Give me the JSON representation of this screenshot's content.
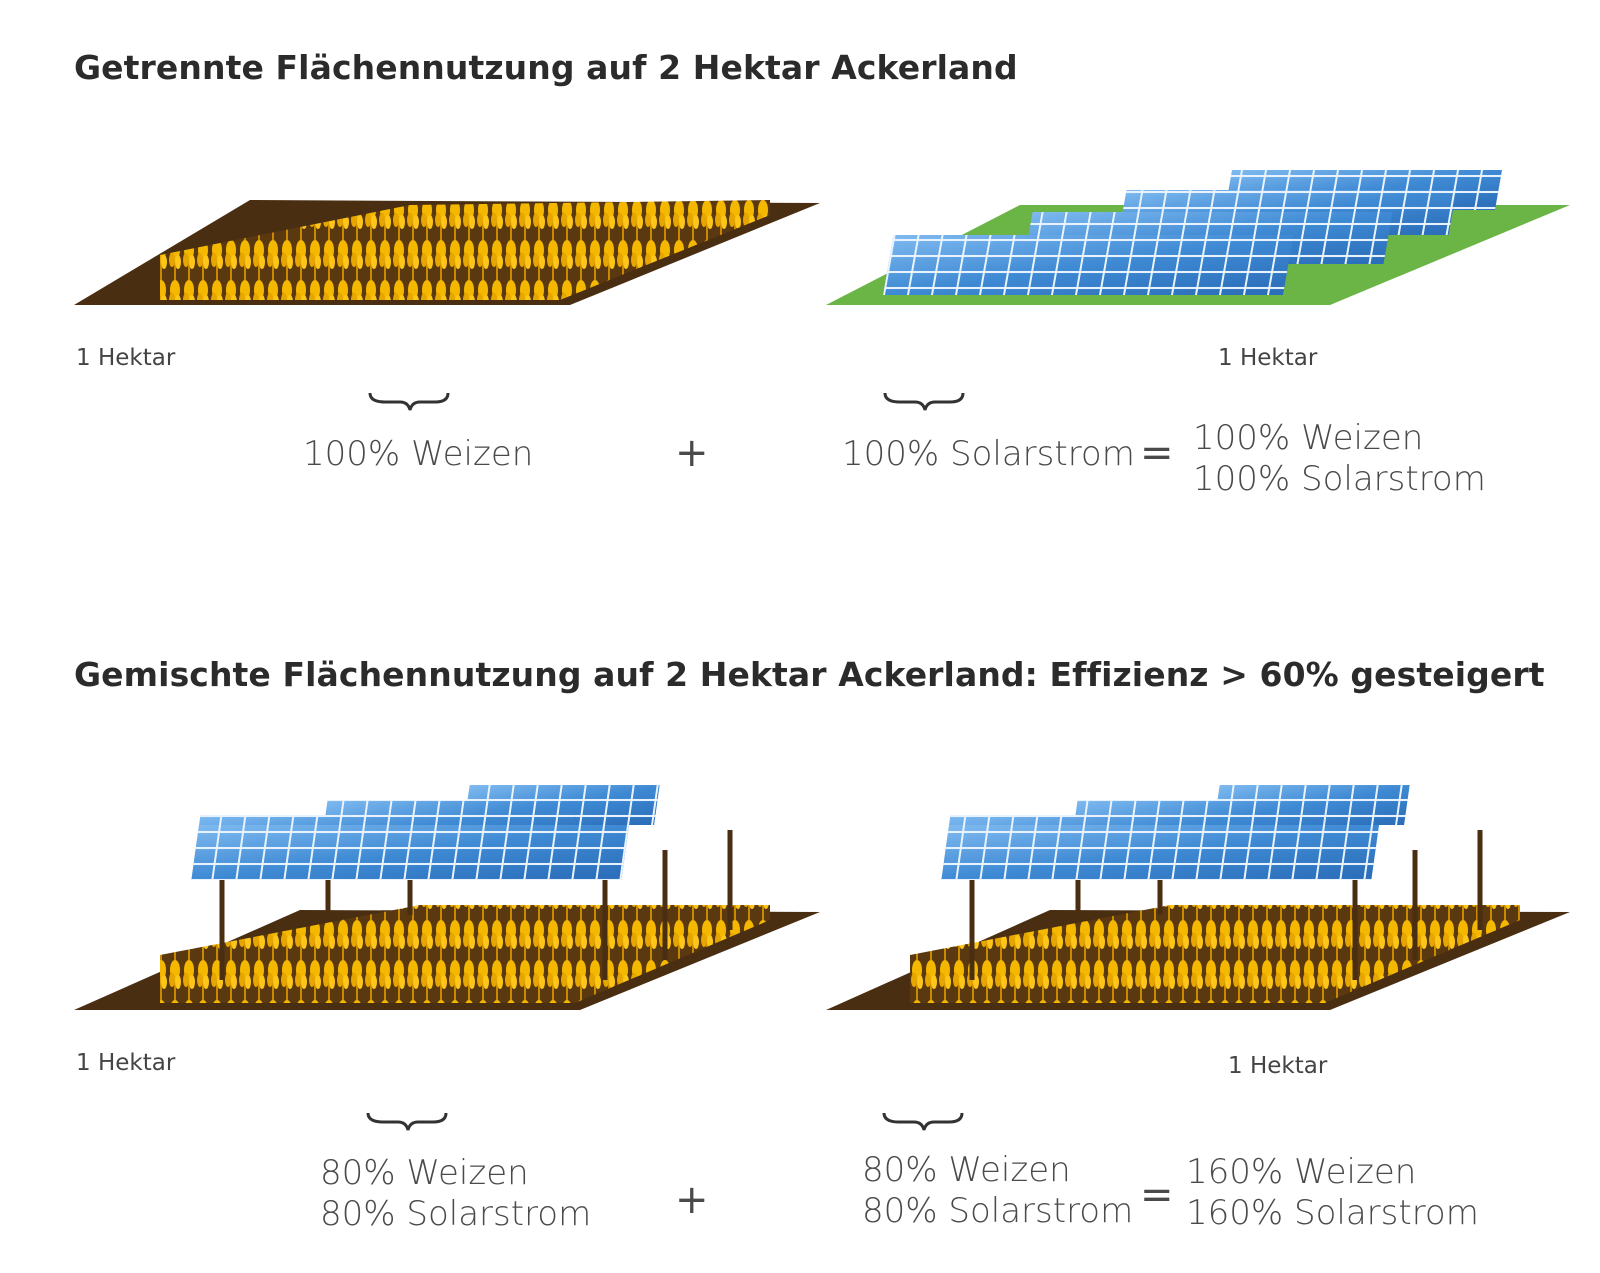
{
  "section1": {
    "title": "Getrennte Flächennutzung auf 2 Hektar Ackerland",
    "left_label": "1 Hektar",
    "right_label": "1 Hektar",
    "left_value": "100% Weizen",
    "plus": "+",
    "right_value": "100% Solarstrom",
    "equals": "=",
    "result_line1": "100% Weizen",
    "result_line2": "100% Solarstrom"
  },
  "section2": {
    "title": "Gemischte Flächennutzung auf 2 Hektar Ackerland: Effizienz > 60% gesteigert",
    "left_label": "1 Hektar",
    "right_label": "1 Hektar",
    "left_value_line1": "80% Weizen",
    "left_value_line2": "80% Solarstrom",
    "plus": "+",
    "right_value_line1": "80% Weizen",
    "right_value_line2": "80% Solarstrom",
    "equals": "=",
    "result_line1": "160% Weizen",
    "result_line2": "160% Solarstrom"
  },
  "colors": {
    "soil": "#4a2e12",
    "wheat": "#f2b400",
    "grass": "#6ab545",
    "panel": "#3f8ad4",
    "pole": "#4a2e12"
  }
}
